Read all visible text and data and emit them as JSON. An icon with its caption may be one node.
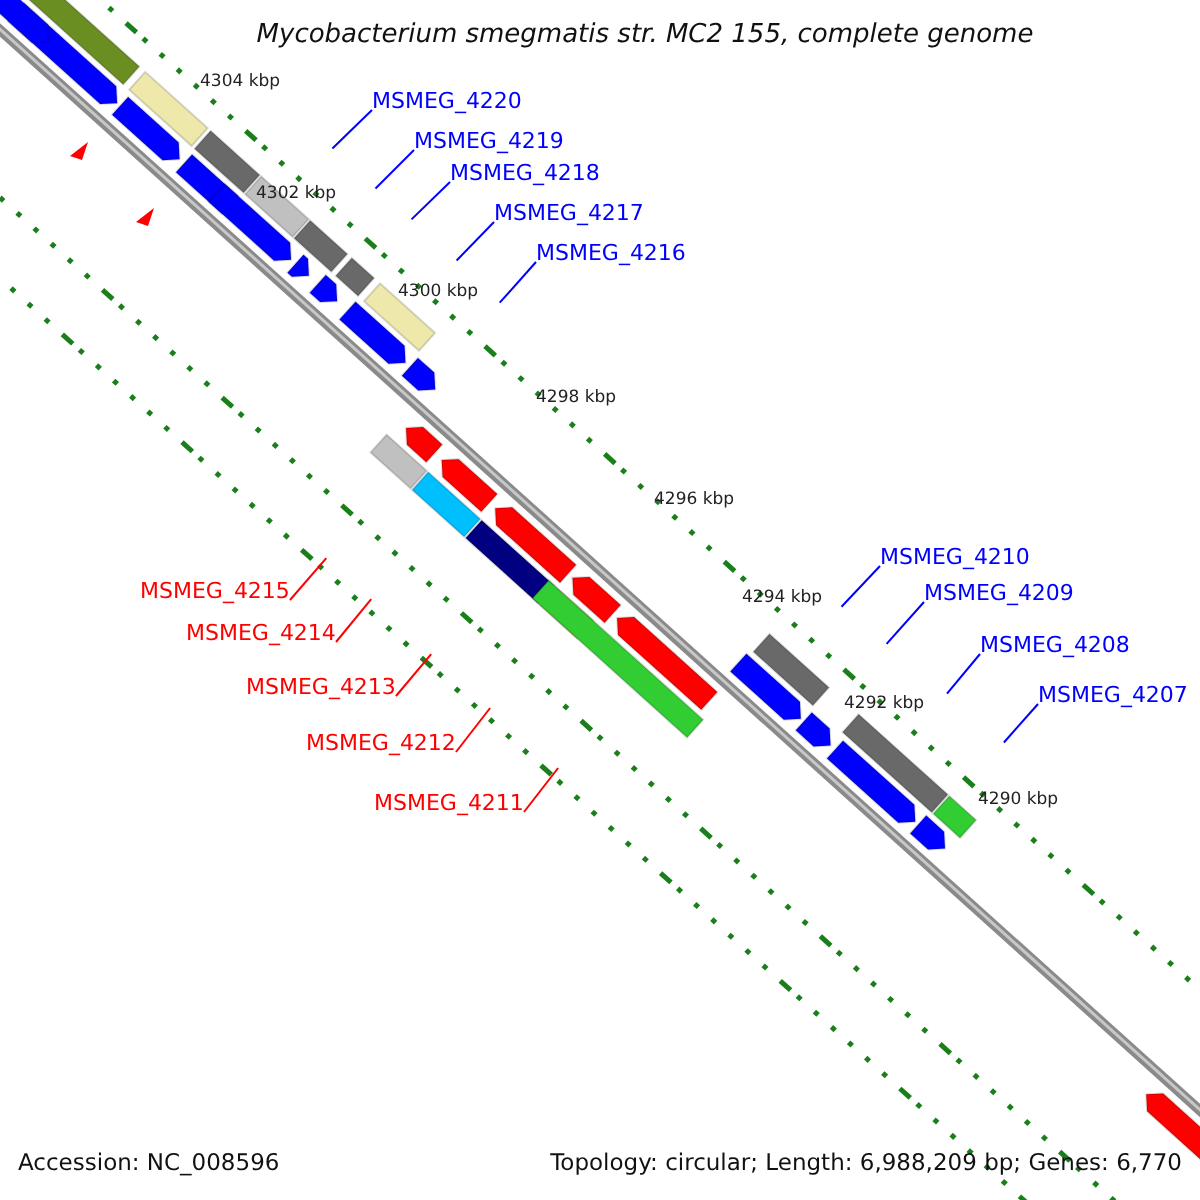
{
  "diagram": {
    "title": "Mycobacterium smegmatis str. MC2 155, complete genome",
    "nodes": [
      {
        "text": [
          "MSMEG_4220"
        ]
      },
      {
        "text": [
          "MSMEG_4219"
        ]
      },
      {
        "text": [
          "MSMEG_4218"
        ]
      },
      {
        "text": [
          "MSMEG_4217"
        ]
      },
      {
        "text": [
          "MSMEG_4216"
        ]
      },
      {
        "text": [
          "MSMEG_4215"
        ]
      },
      {
        "text": [
          "MSMEG_4214"
        ]
      },
      {
        "text": [
          "MSMEG_4213"
        ]
      },
      {
        "text": [
          "MSMEG_4212"
        ]
      },
      {
        "text": [
          "MSMEG_4211"
        ]
      },
      {
        "text": [
          "MSMEG_4210"
        ]
      },
      {
        "text": [
          "MSMEG_4209"
        ]
      },
      {
        "text": [
          "MSMEG_4208"
        ]
      },
      {
        "text": [
          "MSMEG_4207"
        ]
      }
    ],
    "edges": [
      {
        "from": 0,
        "to": null,
        "arrow": "none"
      },
      {
        "from": 1,
        "to": null,
        "arrow": "none"
      },
      {
        "from": 2,
        "to": null,
        "arrow": "none"
      },
      {
        "from": 3,
        "to": null,
        "arrow": "none"
      },
      {
        "from": 4,
        "to": null,
        "arrow": "none"
      },
      {
        "from": 5,
        "to": null,
        "arrow": "none",
        "color": "#ff0000"
      },
      {
        "from": 6,
        "to": null,
        "arrow": "none",
        "color": "#ff0000"
      },
      {
        "from": 7,
        "to": null,
        "arrow": "none",
        "color": "#ff0000"
      },
      {
        "from": 8,
        "to": null,
        "arrow": "none",
        "color": "#ff0000"
      },
      {
        "from": 9,
        "to": null,
        "arrow": "none",
        "color": "#ff0000"
      },
      {
        "from": 10,
        "to": null,
        "arrow": "none"
      },
      {
        "from": 11,
        "to": null,
        "arrow": "none"
      },
      {
        "from": 12,
        "to": null,
        "arrow": "none"
      },
      {
        "from": 13,
        "to": null,
        "arrow": "none"
      }
    ],
    "labels": [
      "4304 kbp",
      "4302 kbp",
      "4300 kbp",
      "4298 kbp",
      "4296 kbp",
      "4294 kbp",
      "4292 kbp",
      "4290 kbp",
      "Accession: NC_008596",
      "Topology: circular; Length: 6,988,209 bp; Genes: 6,770"
    ]
  }
}
